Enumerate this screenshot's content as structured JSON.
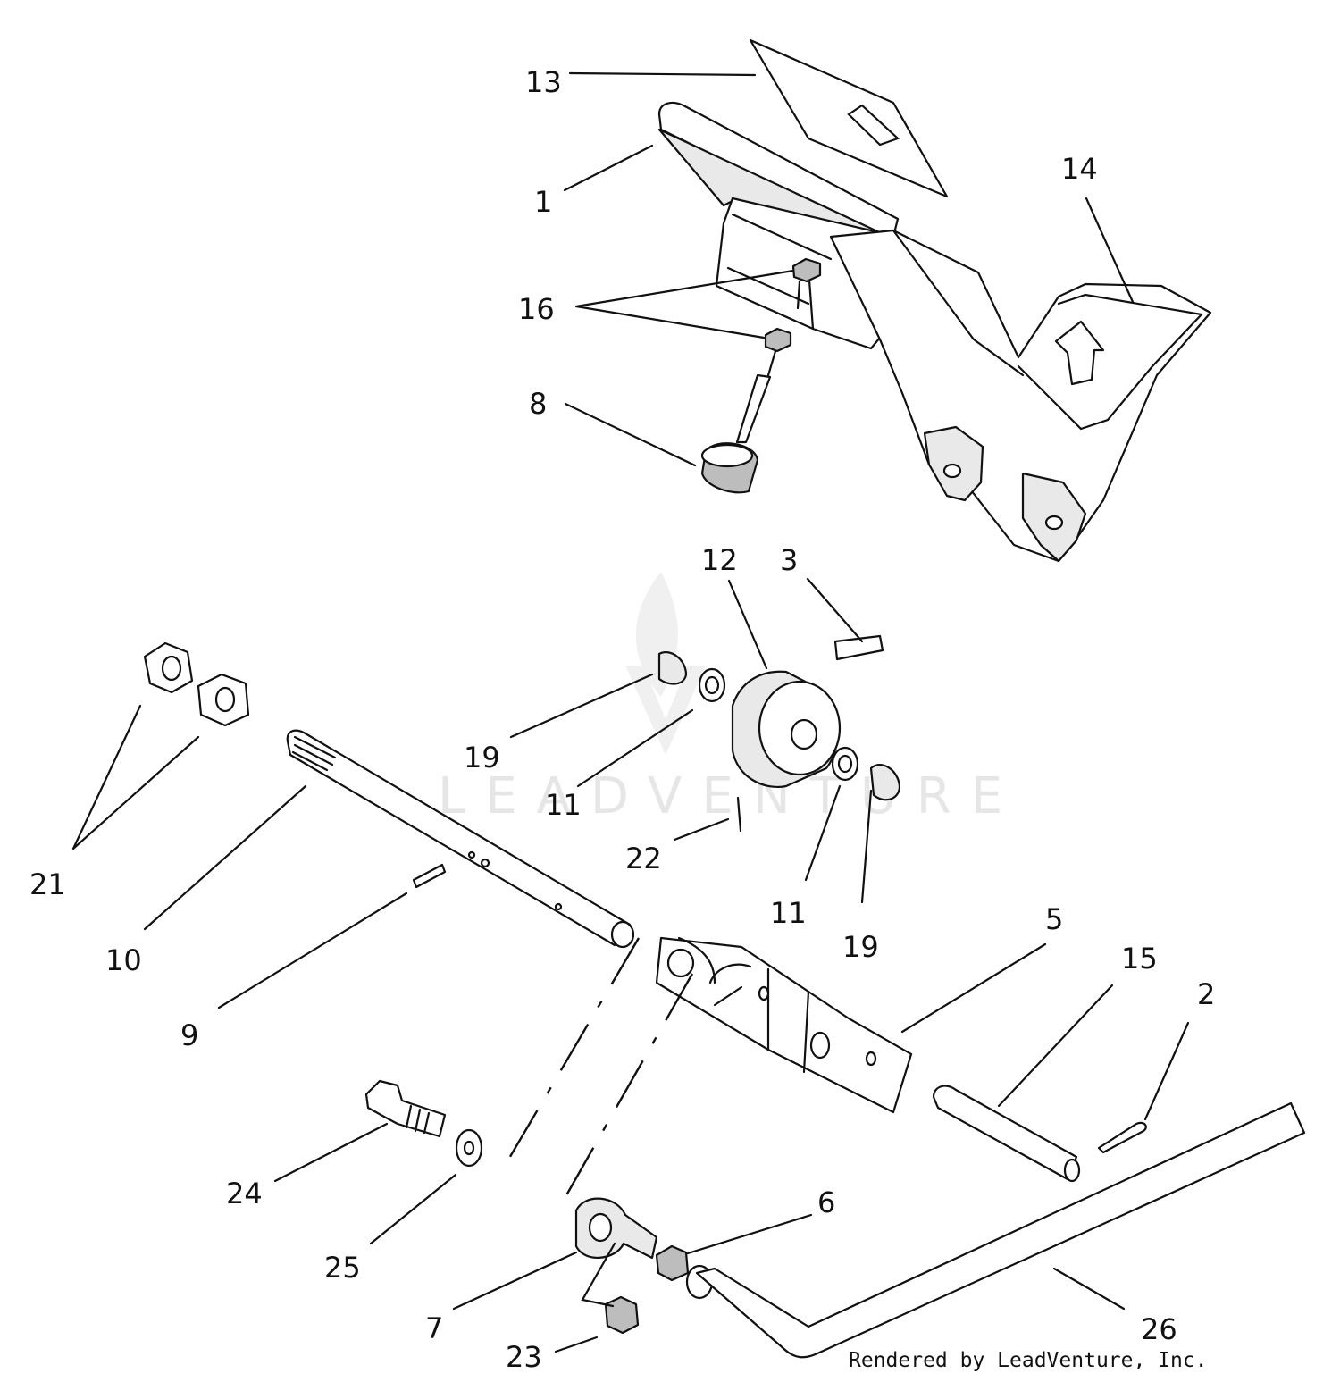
{
  "labels": [
    {
      "id": "13",
      "text": "13"
    },
    {
      "id": "1",
      "text": "1"
    },
    {
      "id": "14",
      "text": "14"
    },
    {
      "id": "16",
      "text": "16"
    },
    {
      "id": "8",
      "text": "8"
    },
    {
      "id": "12",
      "text": "12"
    },
    {
      "id": "3",
      "text": "3"
    },
    {
      "id": "21",
      "text": "21"
    },
    {
      "id": "19a",
      "text": "19"
    },
    {
      "id": "11a",
      "text": "11"
    },
    {
      "id": "10",
      "text": "10"
    },
    {
      "id": "22",
      "text": "22"
    },
    {
      "id": "11b",
      "text": "11"
    },
    {
      "id": "19b",
      "text": "19"
    },
    {
      "id": "9",
      "text": "9"
    },
    {
      "id": "5",
      "text": "5"
    },
    {
      "id": "15",
      "text": "15"
    },
    {
      "id": "2",
      "text": "2"
    },
    {
      "id": "24",
      "text": "24"
    },
    {
      "id": "25",
      "text": "25"
    },
    {
      "id": "6",
      "text": "6"
    },
    {
      "id": "7",
      "text": "7"
    },
    {
      "id": "23",
      "text": "23"
    },
    {
      "id": "26",
      "text": "26"
    }
  ],
  "watermark": "LEADVENTURE",
  "credit": "Rendered by LeadVenture, Inc."
}
